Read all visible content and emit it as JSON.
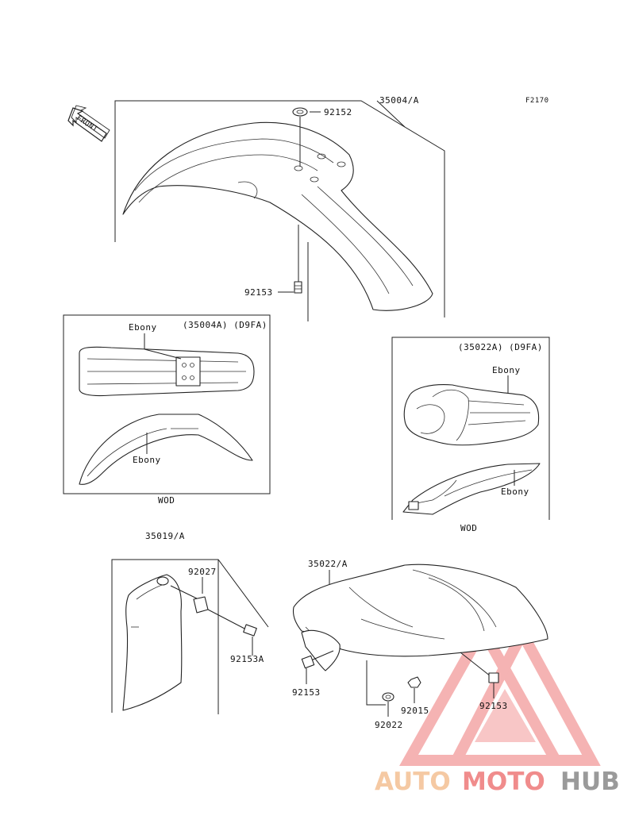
{
  "diagram_code": "F2170",
  "front_arrow_label": "FRONT",
  "parts": {
    "front_fender": "35004/A",
    "washer_top": "92152",
    "bolt_front": "92153",
    "rear_fender": "35022/A",
    "side_cover": "35019/A",
    "collar": "92027",
    "bolt_side": "92153A",
    "bolt_rear_left": "92153",
    "bolt_rear_right": "92153",
    "washer_rear": "92022",
    "nut_rear": "92015"
  },
  "inset_front": {
    "code": "(35004A) (D9FA)",
    "color_top": "Ebony",
    "color_side": "Ebony",
    "caption": "WOD"
  },
  "inset_rear": {
    "code": "(35022A) (D9FA)",
    "color_top": "Ebony",
    "color_side": "Ebony",
    "caption": "WOD"
  },
  "watermark": {
    "part1": "AUTO",
    "part2": "MOTO",
    "part3": "HUB",
    "color_auto": "#f5c9a3",
    "color_moto": "#f08c8c",
    "color_hub": "#9a9a9a"
  }
}
